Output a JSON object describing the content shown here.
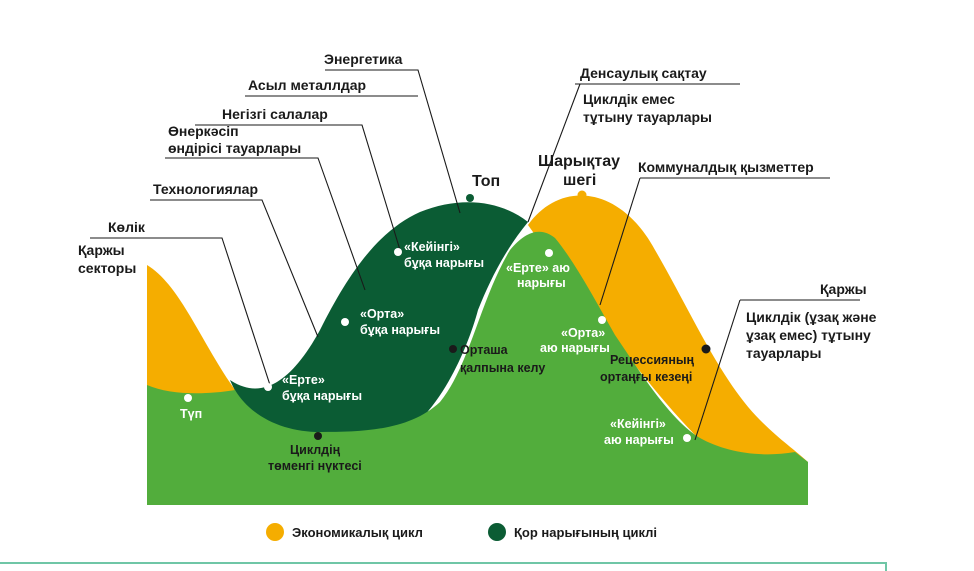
{
  "colors": {
    "economic_cycle": "#f5ad00",
    "market_cycle": "#0b5c34",
    "base": "#52ad3c",
    "bottom_border": "#6fc6a6"
  },
  "sectors": {
    "energy": "Энергетика",
    "precious_metals": "Асыл металлдар",
    "basic_industries": "Негізгі салалар",
    "industrial_goods_1": "Өнеркәсіп",
    "industrial_goods_2": "өндірісі тауарлары",
    "technology": "Технологиялар",
    "transport": "Көлік",
    "financial_1": "Қаржы",
    "financial_2": "секторы",
    "healthcare": "Денсаулық сақтау",
    "staples_1": "Циклдік емес",
    "staples_2": "тұтыну тауарлары",
    "utilities": "Коммуналдық қызметтер",
    "finance": "Қаржы",
    "durables_1": "Циклдік (ұзақ және",
    "durables_2": "ұзақ емес) тұтыну",
    "durables_3": "тауарлары"
  },
  "points": {
    "peak": "Топ",
    "climax_1": "Шарықтау",
    "climax_2": "шегі",
    "trough": "Түп",
    "cycle_low_1": "Циклдің",
    "cycle_low_2": "төменгі нүктесі",
    "recovery_1": "Орташа",
    "recovery_2": "қалпына келу",
    "recession_mid_1": "Рецессияның",
    "recession_mid_2": "ортаңғы кезеңі"
  },
  "phases": {
    "early_bull_1": "«Ерте»",
    "early_bull_2": "бұқа нарығы",
    "mid_bull_1": "«Орта»",
    "mid_bull_2": "бұқа нарығы",
    "late_bull_1": "«Кейінгі»",
    "late_bull_2": "бұқа нарығы",
    "early_bear_1": "«Ерте» аю",
    "early_bear_2": "нарығы",
    "mid_bear_1": "«Орта»",
    "mid_bear_2": "аю нарығы",
    "late_bear_1": "«Кейінгі»",
    "late_bear_2": "аю нарығы"
  },
  "legend": {
    "economic": "Экономикалық цикл",
    "market": "Қор нарығының циклі"
  }
}
